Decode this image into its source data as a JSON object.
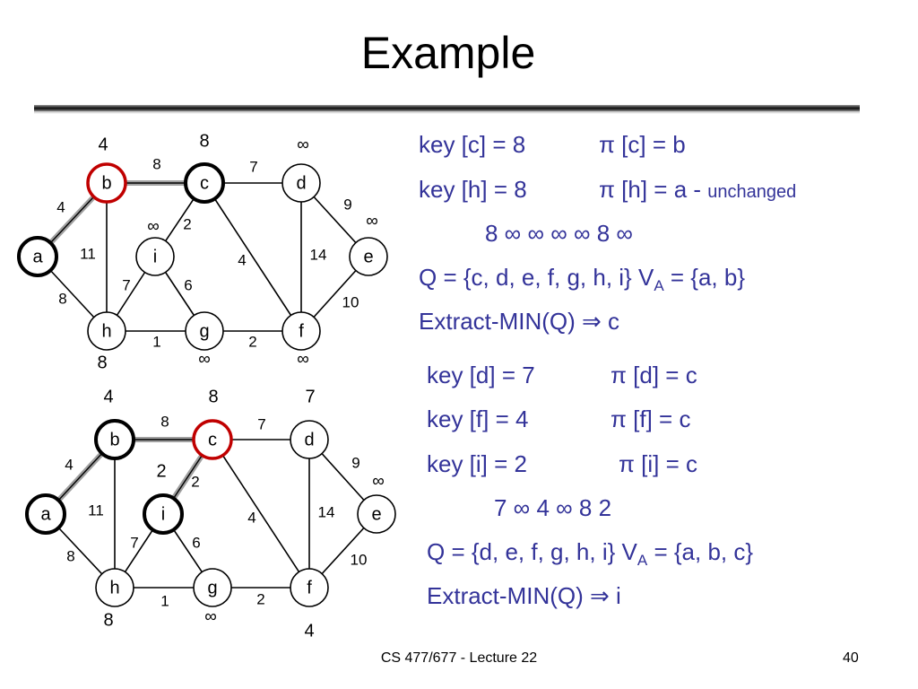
{
  "slide": {
    "title": "Example",
    "footer_course": "CS 477/677 - Lecture 22",
    "page_number": "40"
  },
  "colors": {
    "text_blue": "#333399",
    "selected_red": "#c00000",
    "tree_edge": "#a0a0a0"
  },
  "graph_top": {
    "nodes": {
      "a": {
        "label": "a",
        "key": "",
        "state": "in-tree"
      },
      "b": {
        "label": "b",
        "key": "4",
        "state": "selected"
      },
      "c": {
        "label": "c",
        "key": "8",
        "state": "in-tree"
      },
      "d": {
        "label": "d",
        "key": "∞",
        "state": "normal"
      },
      "e": {
        "label": "e",
        "key": "∞",
        "state": "normal"
      },
      "f": {
        "label": "f",
        "key": "∞",
        "state": "normal"
      },
      "g": {
        "label": "g",
        "key": "∞",
        "state": "normal"
      },
      "h": {
        "label": "h",
        "key": "8",
        "state": "normal"
      },
      "i": {
        "label": "i",
        "key": "∞",
        "state": "normal"
      }
    },
    "edges": [
      {
        "from": "a",
        "to": "b",
        "weight": "4",
        "tree": true
      },
      {
        "from": "b",
        "to": "c",
        "weight": "8",
        "tree": true
      },
      {
        "from": "c",
        "to": "d",
        "weight": "7",
        "tree": false
      },
      {
        "from": "d",
        "to": "e",
        "weight": "9",
        "tree": false
      },
      {
        "from": "e",
        "to": "f",
        "weight": "10",
        "tree": false
      },
      {
        "from": "d",
        "to": "f",
        "weight": "14",
        "tree": false
      },
      {
        "from": "c",
        "to": "f",
        "weight": "4",
        "tree": false
      },
      {
        "from": "c",
        "to": "i",
        "weight": "2",
        "tree": false
      },
      {
        "from": "i",
        "to": "h",
        "weight": "7",
        "tree": false
      },
      {
        "from": "i",
        "to": "g",
        "weight": "6",
        "tree": false
      },
      {
        "from": "h",
        "to": "g",
        "weight": "1",
        "tree": false
      },
      {
        "from": "g",
        "to": "f",
        "weight": "2",
        "tree": false
      },
      {
        "from": "a",
        "to": "h",
        "weight": "8",
        "tree": false
      },
      {
        "from": "b",
        "to": "h",
        "weight": "11",
        "tree": false
      }
    ]
  },
  "graph_bottom": {
    "nodes": {
      "a": {
        "label": "a",
        "key": "",
        "state": "in-tree"
      },
      "b": {
        "label": "b",
        "key": "4",
        "state": "in-tree"
      },
      "c": {
        "label": "c",
        "key": "8",
        "state": "selected"
      },
      "d": {
        "label": "d",
        "key": "7",
        "state": "normal"
      },
      "e": {
        "label": "e",
        "key": "∞",
        "state": "normal"
      },
      "f": {
        "label": "f",
        "key": "4",
        "state": "normal"
      },
      "g": {
        "label": "g",
        "key": "∞",
        "state": "normal"
      },
      "h": {
        "label": "h",
        "key": "8",
        "state": "normal"
      },
      "i": {
        "label": "i",
        "key": "2",
        "state": "in-tree"
      }
    },
    "edges": [
      {
        "from": "a",
        "to": "b",
        "weight": "4",
        "tree": true
      },
      {
        "from": "b",
        "to": "c",
        "weight": "8",
        "tree": true
      },
      {
        "from": "c",
        "to": "d",
        "weight": "7",
        "tree": false
      },
      {
        "from": "d",
        "to": "e",
        "weight": "9",
        "tree": false
      },
      {
        "from": "e",
        "to": "f",
        "weight": "10",
        "tree": false
      },
      {
        "from": "d",
        "to": "f",
        "weight": "14",
        "tree": false
      },
      {
        "from": "c",
        "to": "f",
        "weight": "4",
        "tree": false
      },
      {
        "from": "c",
        "to": "i",
        "weight": "2",
        "tree": true
      },
      {
        "from": "i",
        "to": "h",
        "weight": "7",
        "tree": false
      },
      {
        "from": "i",
        "to": "g",
        "weight": "6",
        "tree": false
      },
      {
        "from": "h",
        "to": "g",
        "weight": "1",
        "tree": false
      },
      {
        "from": "g",
        "to": "f",
        "weight": "2",
        "tree": false
      },
      {
        "from": "a",
        "to": "h",
        "weight": "8",
        "tree": false
      },
      {
        "from": "b",
        "to": "h",
        "weight": "11",
        "tree": false
      }
    ]
  },
  "notes_top": {
    "line1_a": "key [c] = 8",
    "line1_b": "π [c] = b",
    "line2_a": "key [h] = 8",
    "line2_b": "π [h] = a -",
    "line2_c": "unchanged",
    "line3": "8  ∞ ∞ ∞ ∞ 8 ∞",
    "line4_a": "Q = {c, d, e, f, g, h, i}  V",
    "line4_sub": "A",
    "line4_b": " = {a, b}",
    "line5": "Extract-MIN(Q) ⇒ c"
  },
  "notes_bottom": {
    "line1_a": "key [d] = 7",
    "line1_b": "π [d] = c",
    "line2_a": "key [f] = 4",
    "line2_b": "π [f] = c",
    "line3_a": "key [i] = 2",
    "line3_b": "π [i] = c",
    "line4": "7 ∞  4 ∞  8 2",
    "line5_a": "Q = {d, e, f, g, h, i}  V",
    "line5_sub": "A",
    "line5_b": " = {a, b, c}",
    "line6": "Extract-MIN(Q) ⇒ i"
  }
}
